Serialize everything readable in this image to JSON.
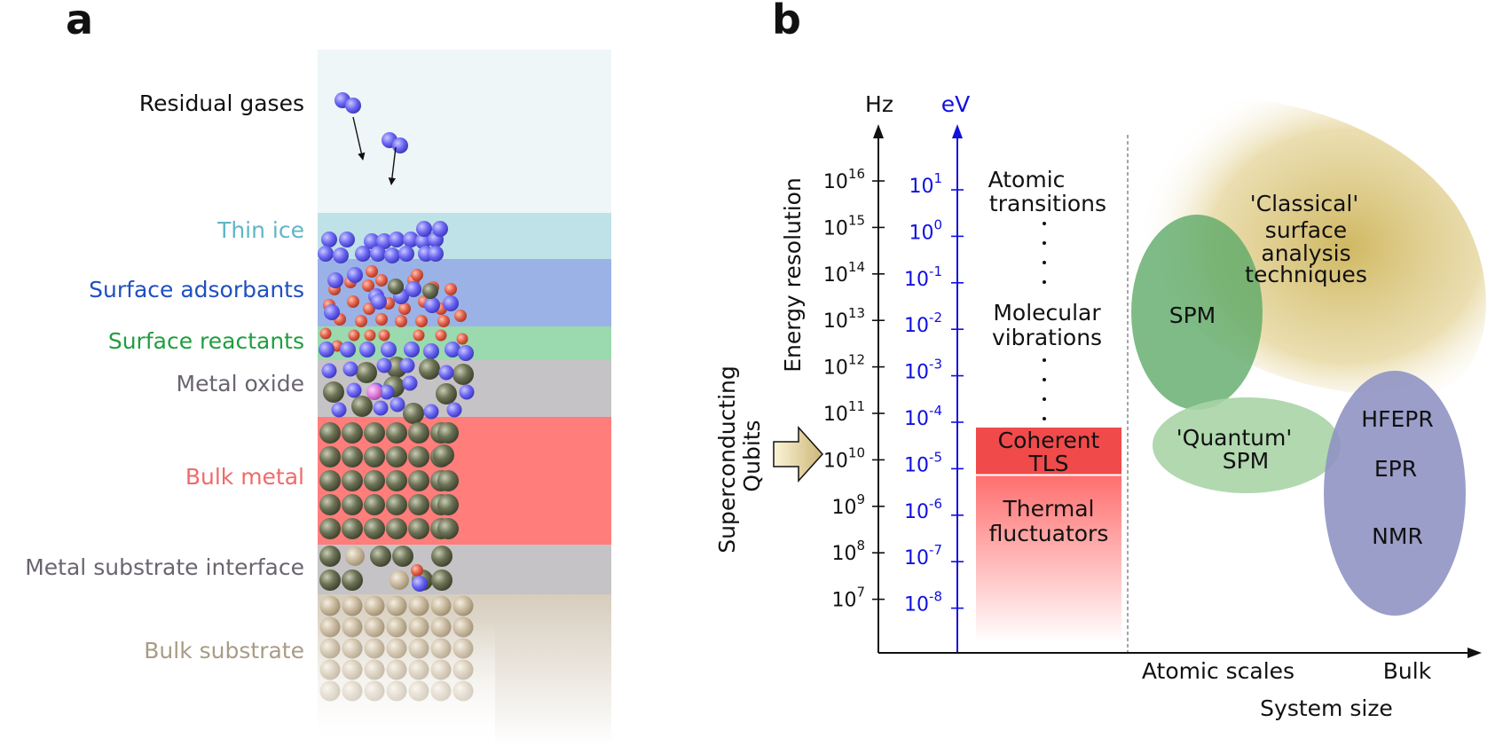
{
  "panel_a": {
    "letter": "a",
    "layers": [
      {
        "key": "gas",
        "label": "Residual gases",
        "color": "#eef6f8",
        "label_color": "#111111"
      },
      {
        "key": "ice",
        "label": "Thin ice",
        "color": "#bfe1e8",
        "label_color": "#5fb6c6"
      },
      {
        "key": "ads",
        "label": "Surface adsorbants",
        "color": "#9bb2e6",
        "label_color": "#1f4fc0"
      },
      {
        "key": "react",
        "label": "Surface reactants",
        "color": "#9bd9ae",
        "label_color": "#1f9e3f"
      },
      {
        "key": "oxide",
        "label": "Metal oxide",
        "color": "#c6c3c6",
        "label_color": "#6b6470"
      },
      {
        "key": "bulk",
        "label": "Bulk metal",
        "color": "#ff7d7b",
        "label_color": "#f06a6a"
      },
      {
        "key": "iface",
        "label": "Metal substrate interface",
        "color": "#c6c3c6",
        "label_color": "#6b6470"
      },
      {
        "key": "sub",
        "label": "Bulk substrate",
        "color": "#d8d0c0",
        "label_color": "#a89c86"
      }
    ]
  },
  "panel_b": {
    "letter": "b",
    "axes": {
      "hz_unit": "Hz",
      "ev_unit": "eV",
      "y_label": "Energy resolution",
      "x_label": "System size",
      "x_ticks": [
        "Atomic scales",
        "Bulk"
      ],
      "hz_ticks": [
        {
          "base": "10",
          "exp": "16"
        },
        {
          "base": "10",
          "exp": "15"
        },
        {
          "base": "10",
          "exp": "14"
        },
        {
          "base": "10",
          "exp": "13"
        },
        {
          "base": "10",
          "exp": "12"
        },
        {
          "base": "10",
          "exp": "11"
        },
        {
          "base": "10",
          "exp": "10"
        },
        {
          "base": "10",
          "exp": "9"
        },
        {
          "base": "10",
          "exp": "8"
        },
        {
          "base": "10",
          "exp": "7"
        }
      ],
      "ev_ticks": [
        {
          "base": "10",
          "exp": "1"
        },
        {
          "base": "10",
          "exp": "0"
        },
        {
          "base": "10",
          "exp": "-1"
        },
        {
          "base": "10",
          "exp": "-2"
        },
        {
          "base": "10",
          "exp": "-3"
        },
        {
          "base": "10",
          "exp": "-4"
        },
        {
          "base": "10",
          "exp": "-5"
        },
        {
          "base": "10",
          "exp": "-6"
        },
        {
          "base": "10",
          "exp": "-7"
        },
        {
          "base": "10",
          "exp": "-8"
        }
      ]
    },
    "energy_labels": {
      "atomic_1": "Atomic",
      "atomic_2": "transitions",
      "molecular_1": "Molecular",
      "molecular_2": "vibrations",
      "coherent_1": "Coherent",
      "coherent_2": "TLS",
      "thermal_1": "Thermal",
      "thermal_2": "fluctuators"
    },
    "qubits": {
      "line1": "Superconducting",
      "line2": "Qubits"
    },
    "techniques": {
      "classical_1": "'Classical'",
      "classical_2": "surface",
      "classical_3": "analysis",
      "classical_4": "techniques",
      "spm": "SPM",
      "quantum_1": "'Quantum'",
      "quantum_2": "SPM",
      "hfepr": "HFEPR",
      "epr": "EPR",
      "nmr": "NMR"
    },
    "colors": {
      "ev_axis": "#1010e0",
      "coherent": "#f04a4a",
      "thermal": "#ff7a7a",
      "spm": "#5aa865",
      "quantum_spm": "#a9d4a6",
      "bulk_methods": "#8f93c3",
      "classical": "#d8c06a"
    }
  }
}
